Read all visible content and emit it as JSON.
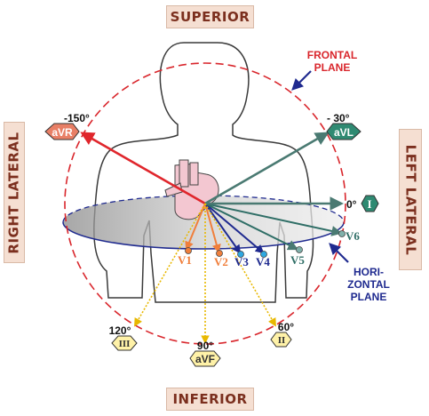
{
  "regions": {
    "superior": "SUPERIOR",
    "inferior": "INFERIOR",
    "right_lateral": "RIGHT LATERAL",
    "left_lateral": "LEFT LATERAL"
  },
  "planes": {
    "frontal": [
      "FRONTAL",
      "PLANE"
    ],
    "horizontal": [
      "HORI-",
      "ZONTAL",
      "PLANE"
    ]
  },
  "limb_leads": [
    {
      "id": "avr",
      "name": "aVR",
      "angle": "-150°",
      "color": "#e87f66"
    },
    {
      "id": "avl",
      "name": "aVL",
      "angle": "- 30°",
      "color": "#2f8a72"
    },
    {
      "id": "i",
      "name": "I",
      "angle": "0°",
      "color": "#2f8a72"
    },
    {
      "id": "ii",
      "name": "II",
      "angle": "60°",
      "color": "#fff2a8"
    },
    {
      "id": "avf",
      "name": "aVF",
      "angle": "90°",
      "color": "#fff2a8"
    },
    {
      "id": "iii",
      "name": "III",
      "angle": "120°",
      "color": "#fff2a8"
    }
  ],
  "chest_leads": [
    {
      "id": "v1",
      "name": "V1",
      "color": "#f07f3c"
    },
    {
      "id": "v2",
      "name": "V2",
      "color": "#f07f3c"
    },
    {
      "id": "v3",
      "name": "V3",
      "color": "#1f2a8f"
    },
    {
      "id": "v4",
      "name": "V4",
      "color": "#1f2a8f"
    },
    {
      "id": "v5",
      "name": "V5",
      "color": "#2f6e66"
    },
    {
      "id": "v6",
      "name": "V6",
      "color": "#2f6e66"
    }
  ],
  "colors": {
    "frontal_circle": "#d9262c",
    "horizontal_ellipse": "#1f2a8f",
    "avr_arrow": "#e0262c",
    "lateral_arrows": "#4a7a72",
    "inferior_arrows": "#e8b800",
    "box_fill": "#f5dfd2",
    "box_text": "#7b2f1e"
  }
}
